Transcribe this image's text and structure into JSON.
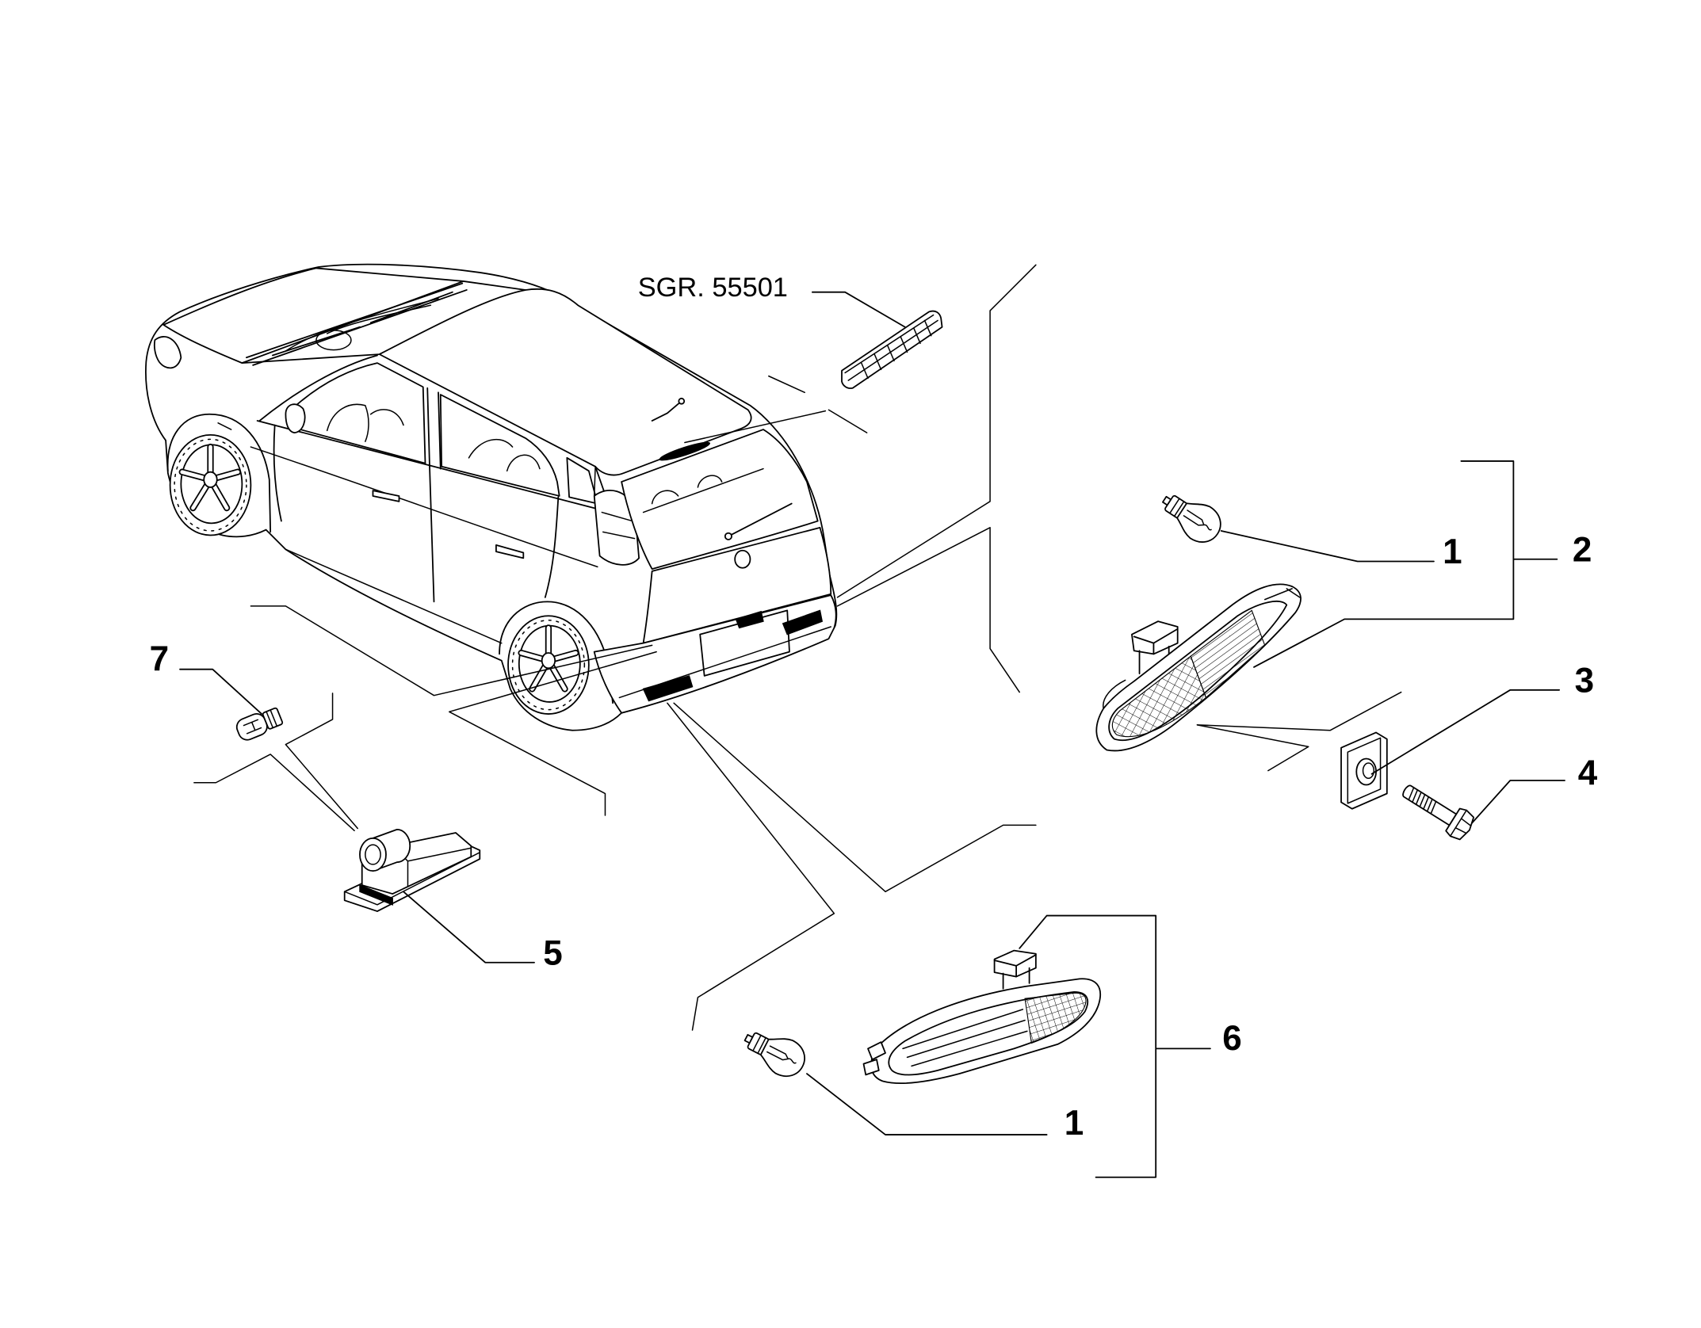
{
  "reference_label": "SGR. 55501",
  "callouts": {
    "bulb_upper": "1",
    "rear_light_assembly_upper": "2",
    "clip": "3",
    "bolt": "4",
    "plate_lamp": "5",
    "rear_light_assembly_lower": "6",
    "plate_lamp_bulb": "7",
    "bulb_lower": "1"
  },
  "colors": {
    "line": "#000000",
    "background": "#ffffff"
  }
}
